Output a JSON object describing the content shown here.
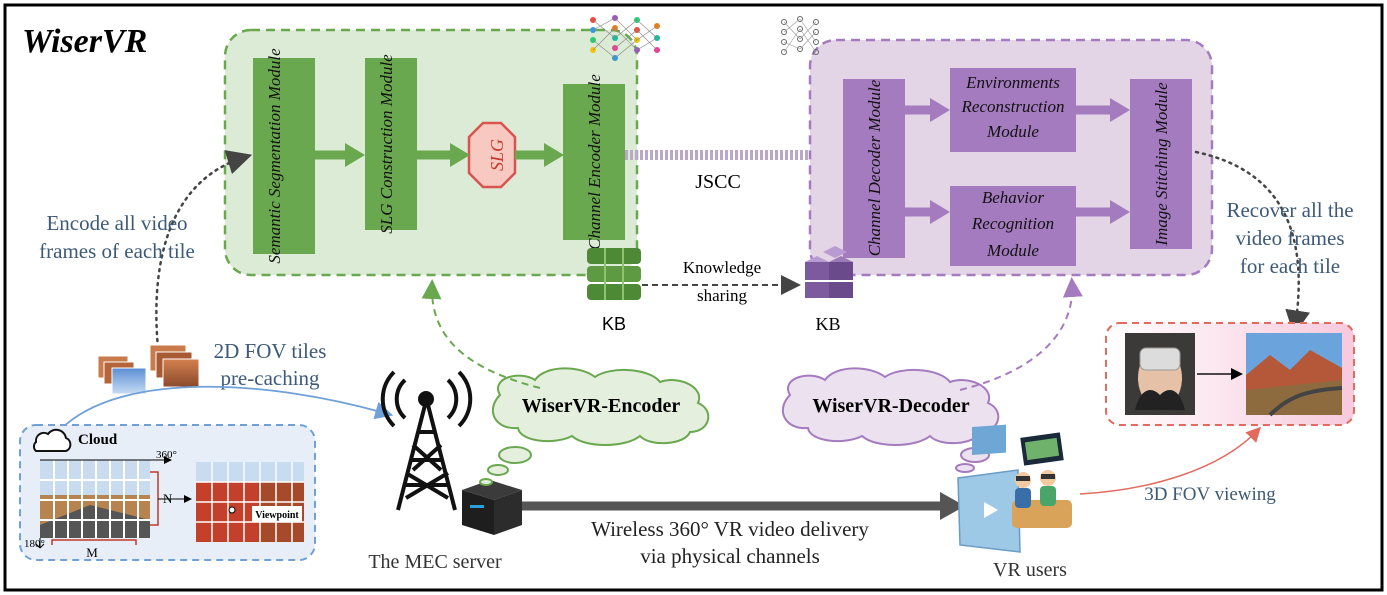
{
  "title": "WiserVR",
  "encoder_panel": {
    "modules": [
      {
        "label": "Semantic Segmentation Module"
      },
      {
        "label": "SLG Construction Module"
      },
      {
        "label": "Channel Encoder Module"
      }
    ],
    "slg_label": "SLG"
  },
  "decoder_panel": {
    "channel_decoder": "Channel Decoder Module",
    "environments": [
      "Environments",
      "Reconstruction",
      "Module"
    ],
    "behavior": [
      "Behavior",
      "Recognition",
      "Module"
    ],
    "image_stitching": "Image Stitching Module"
  },
  "jscc_label": "JSCC",
  "kb_left": "KB",
  "kb_right": "KB",
  "knowledge_sharing": [
    "Knowledge",
    "sharing"
  ],
  "encode_text": [
    "Encode all video",
    "frames of each tile"
  ],
  "recover_text": [
    "Recover all the",
    "video frames",
    "for each tile"
  ],
  "precaching_text": [
    "2D FOV tiles",
    "pre-caching"
  ],
  "cloud_panel": {
    "cloud_label": "Cloud",
    "deg360": "360°",
    "deg180": "180°",
    "n_label": "N",
    "m_label": "M",
    "viewpoint": "Viewpoint"
  },
  "encoder_bubble": "WiserVR-Encoder",
  "decoder_bubble": "WiserVR-Decoder",
  "mec_label": "The MEC server",
  "delivery_text": [
    "Wireless 360° VR video delivery",
    "via physical channels"
  ],
  "vr_users_label": "VR users",
  "fov_viewing": "3D FOV viewing",
  "colors": {
    "encoder_bg": "#dcebd5",
    "encoder_module": "#6aa84f",
    "decoder_bg": "#e3d5e6",
    "decoder_module": "#a57bbf",
    "slg_fill": "#f8c9c0",
    "slg_stroke": "#d9534f"
  }
}
